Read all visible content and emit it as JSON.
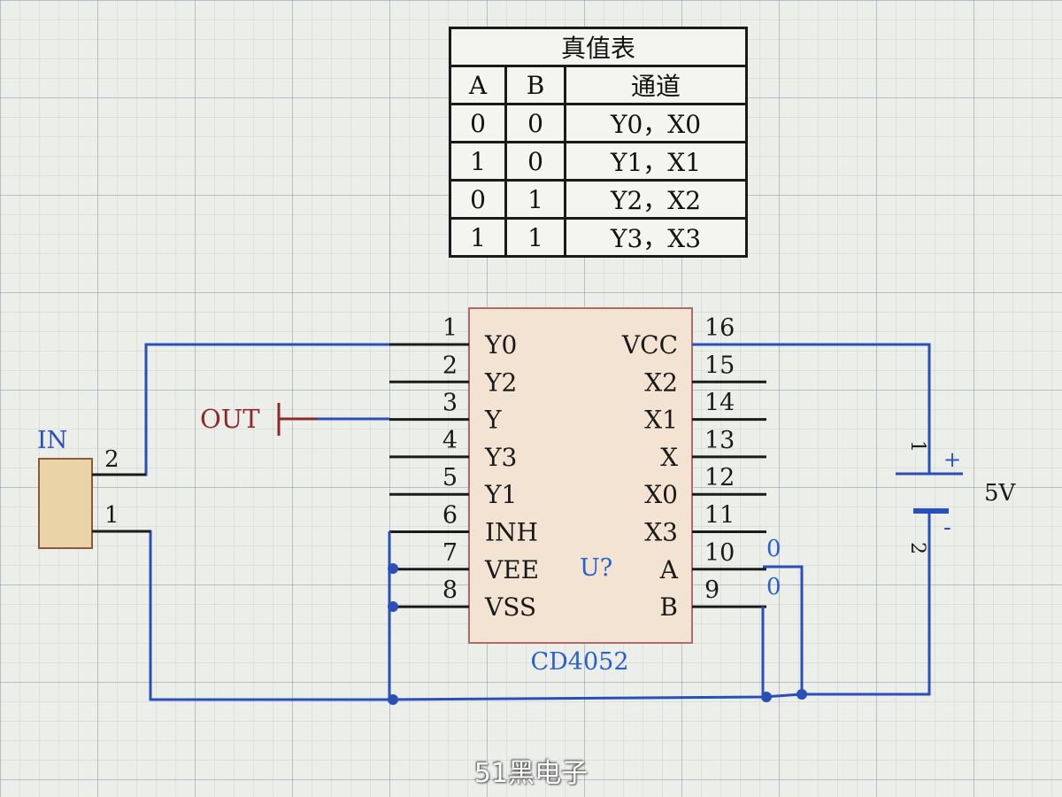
{
  "truth_table": {
    "title": "真值表",
    "headers": [
      "A",
      "B",
      "通道"
    ],
    "rows": [
      [
        "0",
        "0",
        "Y0，X0"
      ],
      [
        "1",
        "0",
        "Y1，X1"
      ],
      [
        "0",
        "1",
        "Y2，X2"
      ],
      [
        "1",
        "1",
        "Y3，X3"
      ]
    ]
  },
  "chip": {
    "designator": "U?",
    "part": "CD4052",
    "left_pins": [
      {
        "num": "1",
        "name": "Y0"
      },
      {
        "num": "2",
        "name": "Y2"
      },
      {
        "num": "3",
        "name": "Y"
      },
      {
        "num": "4",
        "name": "Y3"
      },
      {
        "num": "5",
        "name": "Y1"
      },
      {
        "num": "6",
        "name": "INH"
      },
      {
        "num": "7",
        "name": "VEE"
      },
      {
        "num": "8",
        "name": "VSS"
      }
    ],
    "right_pins": [
      {
        "num": "16",
        "name": "VCC"
      },
      {
        "num": "15",
        "name": "X2"
      },
      {
        "num": "14",
        "name": "X1"
      },
      {
        "num": "13",
        "name": "X"
      },
      {
        "num": "12",
        "name": "X0"
      },
      {
        "num": "11",
        "name": "X3"
      },
      {
        "num": "10",
        "name": "A"
      },
      {
        "num": "9",
        "name": "B"
      }
    ]
  },
  "labels": {
    "out": "OUT",
    "in": "IN",
    "in_pin_top": "2",
    "in_pin_bottom": "1",
    "battery_voltage": "5V",
    "battery_plus": "+",
    "battery_minus": "-",
    "battery_pin_top": "1",
    "battery_pin_bottom": "2",
    "a_value": "0",
    "b_value": "0"
  },
  "colors": {
    "wire": "#2a4fb8",
    "pin": "#1a1a1a",
    "chip_fill": "#f3e3d3",
    "chip_border": "#b06a6a",
    "connector_fill": "#ead3a6",
    "out_label": "#8a2a2a",
    "value_label": "#2a5fd0"
  },
  "watermark": "51黑电子"
}
